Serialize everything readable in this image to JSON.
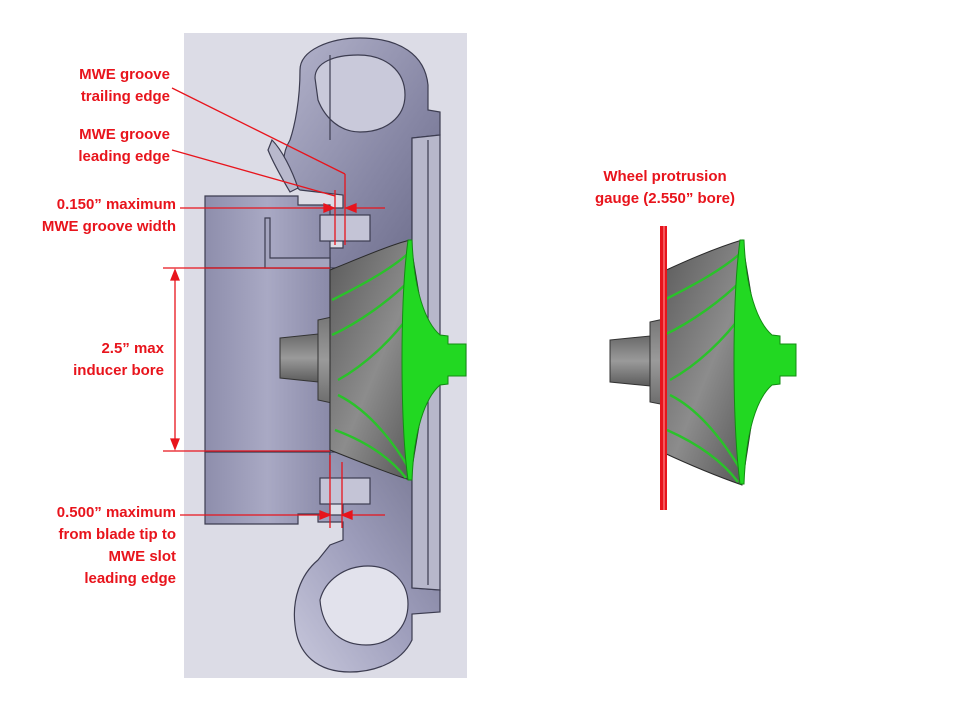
{
  "labels": {
    "groove_trailing": [
      "MWE groove",
      "trailing edge"
    ],
    "groove_leading": [
      "MWE groove",
      "leading edge"
    ],
    "groove_width": [
      "0.150” maximum",
      "MWE groove width"
    ],
    "inducer_bore": [
      "2.5” max",
      "inducer bore"
    ],
    "blade_tip": [
      "0.500” maximum",
      "from blade tip to",
      "MWE slot",
      "leading edge"
    ],
    "gauge": [
      "Wheel protrusion",
      "gauge (2.550” bore)"
    ]
  },
  "colors": {
    "annotation": "#e8141c",
    "housing": "#9a9ab5",
    "housing_edge": "#3c3c50",
    "wheel_green": "#22d822",
    "wheel_gray": "#7a7a7a",
    "background_panel": "#dcdce6"
  }
}
